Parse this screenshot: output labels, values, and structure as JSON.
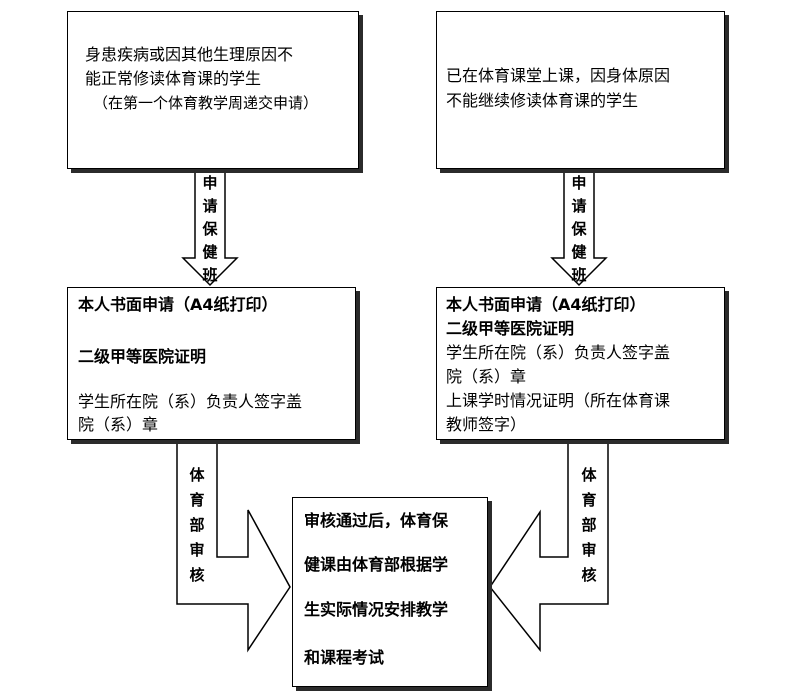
{
  "top_left": {
    "line1": "身患疾病或因其他生理原因不",
    "line2": "能正常修读体育课的学生",
    "line3": "（在第一个体育教学周递交申请）"
  },
  "top_right": {
    "line1": "已在体育课堂上课，因身体原因",
    "line2": "不能继续修读体育课的学生"
  },
  "arrow_label_left": [
    "申",
    "请",
    "保",
    "健",
    "班"
  ],
  "arrow_label_right": [
    "申",
    "请",
    "保",
    "健",
    "班"
  ],
  "mid_left": {
    "line1": "本人书面申请（A4纸打印）",
    "line2": "二级甲等医院证明",
    "line3": "学生所在院（系）负责人签字盖",
    "line4": "院（系）章"
  },
  "mid_right": {
    "line1": "本人书面申请（A4纸打印）",
    "line2": "二级甲等医院证明",
    "line3": "学生所在院（系）负责人签字盖",
    "line4": "院（系）章",
    "line5": "上课学时情况证明（所在体育课",
    "line6": "教师签字）"
  },
  "review_label_left": [
    "体",
    "育",
    "部",
    "审",
    "核"
  ],
  "review_label_right": [
    "体",
    "育",
    "部",
    "审",
    "核"
  ],
  "result": {
    "line1": "审核通过后，体育保",
    "line2": "健课由体育部根据学",
    "line3": "生实际情况安排教学",
    "line4": "和课程考试"
  }
}
